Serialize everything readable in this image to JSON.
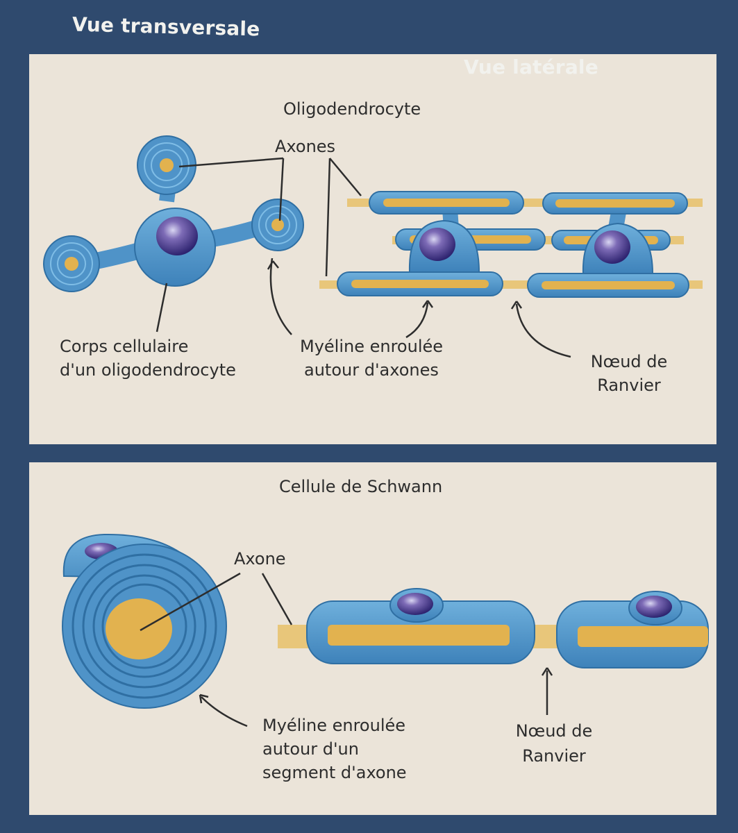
{
  "headers": {
    "transversal": "Vue transversale",
    "lateral": "Vue latérale"
  },
  "top_panel": {
    "title": "Oligodendrocyte",
    "axons_label": "Axones",
    "cell_body_label_line1": "Corps cellulaire",
    "cell_body_label_line2": "d'un oligodendrocyte",
    "myelin_label_line1": "Myéline enroulée",
    "myelin_label_line2": "autour d'axones",
    "node_label_line1": "Nœud de",
    "node_label_line2": "Ranvier"
  },
  "bottom_panel": {
    "title": "Cellule de Schwann",
    "axon_label": "Axone",
    "myelin_label_line1": "Myéline enroulée",
    "myelin_label_line2": "autour d'un",
    "myelin_label_line3": "segment d'axone",
    "node_label_line1": "Nœud de",
    "node_label_line2": "Ranvier"
  },
  "colors": {
    "frame": "#2f4a6e",
    "panel": "#ebe4d9",
    "myelin": "#4f93c8",
    "myelin_dark": "#2f6fa3",
    "axon": "#e2b24f",
    "nucleus": "#4a3a8a",
    "text": "#2d2d2d"
  }
}
